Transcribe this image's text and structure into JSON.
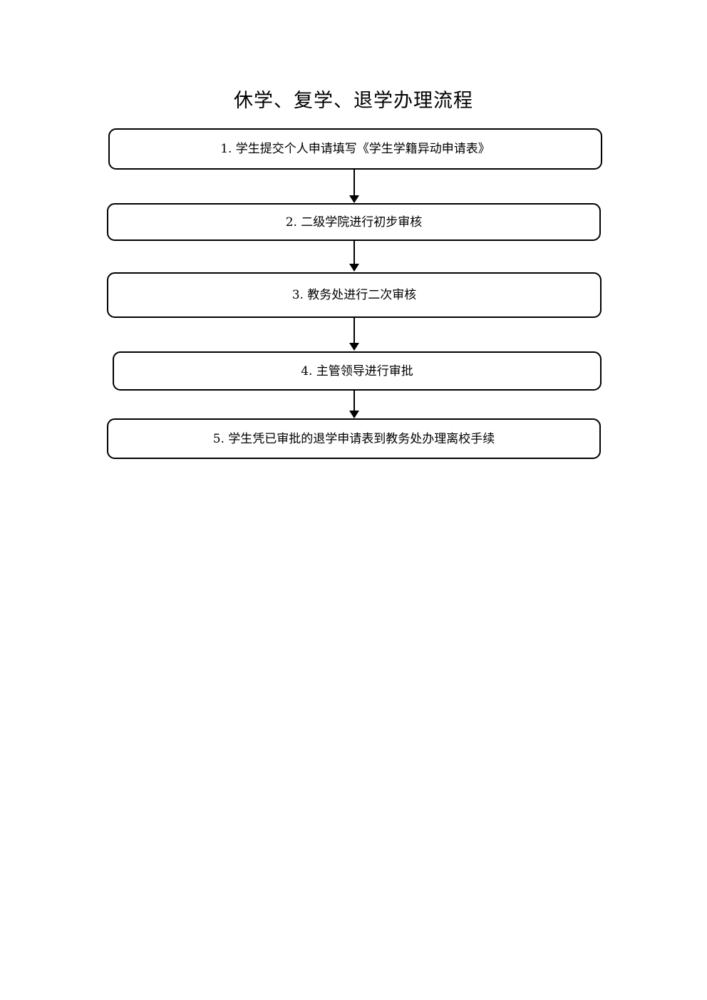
{
  "title": "休学、复学、退学办理流程",
  "flowchart": {
    "type": "vertical-flow",
    "colors": {
      "background": "#ffffff",
      "box_border": "#000000",
      "text": "#000000",
      "arrow": "#000000"
    },
    "steps": [
      {
        "label": "1. 学生提交个人申请填写《学生学籍异动申请表》"
      },
      {
        "label": "2. 二级学院进行初步审核"
      },
      {
        "label": "3. 教务处进行二次审核"
      },
      {
        "label": "4. 主管领导进行审批"
      },
      {
        "label": "5. 学生凭已审批的退学申请表到教务处办理离校手续"
      }
    ]
  }
}
